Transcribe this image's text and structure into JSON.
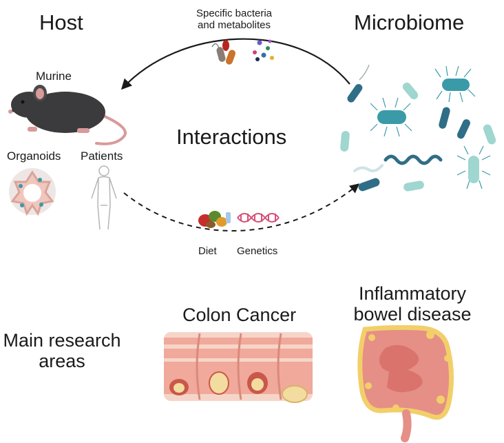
{
  "labels": {
    "host": "Host",
    "microbiome": "Microbiome",
    "specific_bacteria_line1": "Specific bacteria",
    "specific_bacteria_line2": "and metabolites",
    "murine": "Murine",
    "organoids": "Organoids",
    "patients": "Patients",
    "interactions": "Interactions",
    "diet": "Diet",
    "genetics": "Genetics",
    "main_research_line1": "Main research",
    "main_research_line2": "areas",
    "colon_cancer": "Colon Cancer",
    "ibd_line1": "Inflammatory",
    "ibd_line2": "bowel disease"
  },
  "colors": {
    "arrow": "#1a1a1a",
    "mouse": "#3b3b3d",
    "mouse_pink": "#d99a9a",
    "bacteria_dark": "#2f6e86",
    "bacteria_mid": "#3a9aa8",
    "bacteria_light": "#9fd6cf",
    "colon_pink": "#f0a99a",
    "colon_wall": "#f6d5c9",
    "tumor": "#f3dca0",
    "intestine_pink": "#e58f86",
    "intestine_yellow": "#f2cf6a"
  },
  "icons": [
    "mouse-icon",
    "organoid-icon",
    "human-body-icon",
    "food-icon",
    "dna-icon",
    "bacteria-icon",
    "colon-icon",
    "intestine-icon"
  ]
}
